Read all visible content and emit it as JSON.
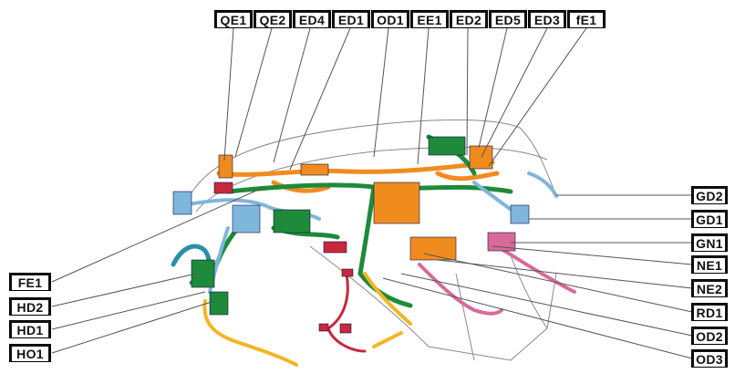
{
  "labels_top": [
    "QE1",
    "QE2",
    "ED4",
    "ED1",
    "OD1",
    "EE1",
    "ED2",
    "ED5",
    "ED3",
    "fE1"
  ],
  "labels_right": [
    "GD2",
    "GD1",
    "GN1",
    "NE1",
    "NE2",
    "RD1",
    "OD2",
    "OD3"
  ],
  "labels_left": [
    "FE1",
    "HD2",
    "HD1",
    "HO1"
  ],
  "colors": {
    "green": "#1f8a3a",
    "orange": "#f08c1e",
    "blue": "#7fb6dc",
    "teal": "#2a8fa8",
    "yellow": "#f2b626",
    "pink": "#d86a9a",
    "red": "#c8283c",
    "body": "#ffffff",
    "line": "#555555"
  }
}
